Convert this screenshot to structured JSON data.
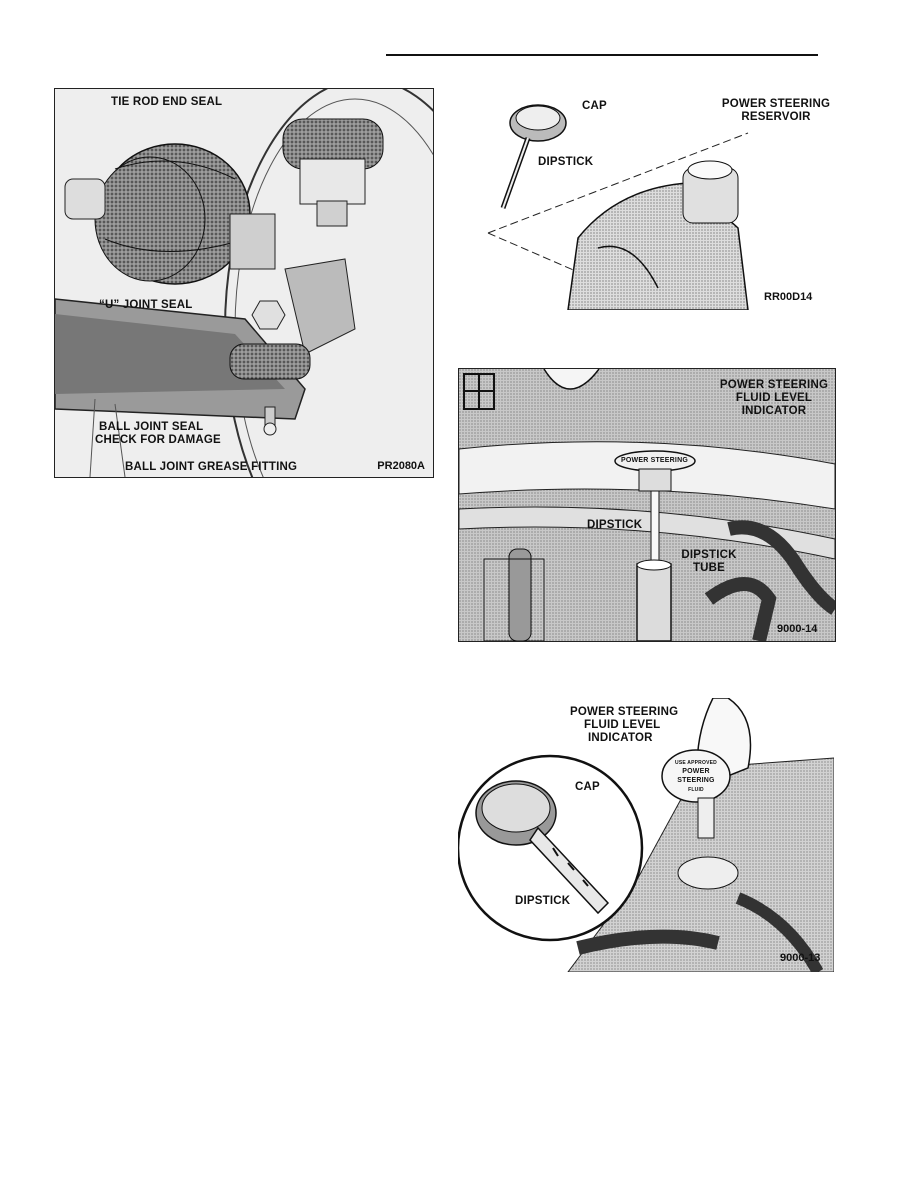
{
  "fig1": {
    "labels": {
      "tie_rod_end_seal": "TIE ROD END SEAL",
      "u_joint_seal": "“U” JOINT SEAL",
      "ball_joint_seal": "BALL JOINT SEAL",
      "check_for_damage": "CHECK FOR DAMAGE",
      "ball_joint_grease_fitting": "BALL JOINT GREASE FITTING"
    },
    "code": "PR2080A"
  },
  "fig2": {
    "labels": {
      "cap": "CAP",
      "dipstick": "DIPSTICK",
      "reservoir_line1": "POWER STEERING",
      "reservoir_line2": "RESERVOIR"
    },
    "code": "RR00D14"
  },
  "fig3": {
    "labels": {
      "indicator_line1": "POWER STEERING",
      "indicator_line2": "FLUID LEVEL",
      "indicator_line3": "INDICATOR",
      "cap_text": "POWER STEERING",
      "dipstick": "DIPSTICK",
      "tube_line1": "DIPSTICK",
      "tube_line2": "TUBE"
    },
    "code": "9000-14"
  },
  "fig4": {
    "labels": {
      "indicator_line1": "POWER STEERING",
      "indicator_line2": "FLUID LEVEL",
      "indicator_line3": "INDICATOR",
      "cap": "CAP",
      "dipstick": "DIPSTICK",
      "cap_text_1": "USE APPROVED",
      "cap_text_2": "POWER",
      "cap_text_3": "STEERING",
      "cap_text_4": "FLUID"
    },
    "code": "9000-13"
  }
}
